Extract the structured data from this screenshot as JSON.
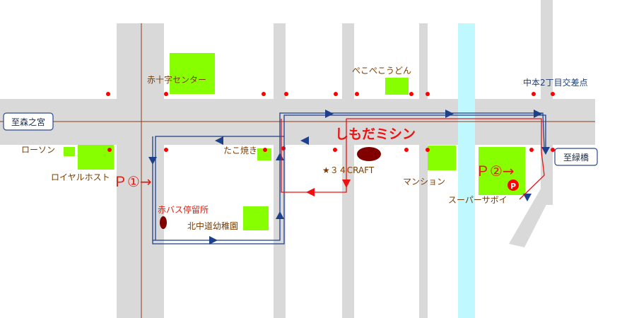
{
  "map": {
    "colors": {
      "road": "#d9d9d9",
      "river": "#bff8ff",
      "building": "#88ff00",
      "route_blue": "#1e3f8a",
      "route_red": "#ee1111",
      "thin_road": "#8b3a1a",
      "dot": "#ff0000",
      "marker": "#800000"
    },
    "destinations": {
      "west": "至森之宮",
      "east": "至緑橋"
    },
    "intersection": "中本2丁目交差点",
    "landmarks": {
      "red_cross": "赤十字センター",
      "pekopeko": "ぺこぺこうどん",
      "lawson": "ローソン",
      "royal_host": "ロイヤルホスト",
      "takoyaki": "たこ焼き",
      "craft": "★３４CRAFT",
      "mansion": "マンション",
      "super": "スーパーサボイ",
      "bus_stop": "赤バス停留所",
      "kindergarten": "北中道幼稚園"
    },
    "shop_name": "しもだミシン",
    "parking": {
      "p1": "Ｐ①→",
      "p2": "Ｐ②→",
      "icon_letter": "P"
    }
  }
}
